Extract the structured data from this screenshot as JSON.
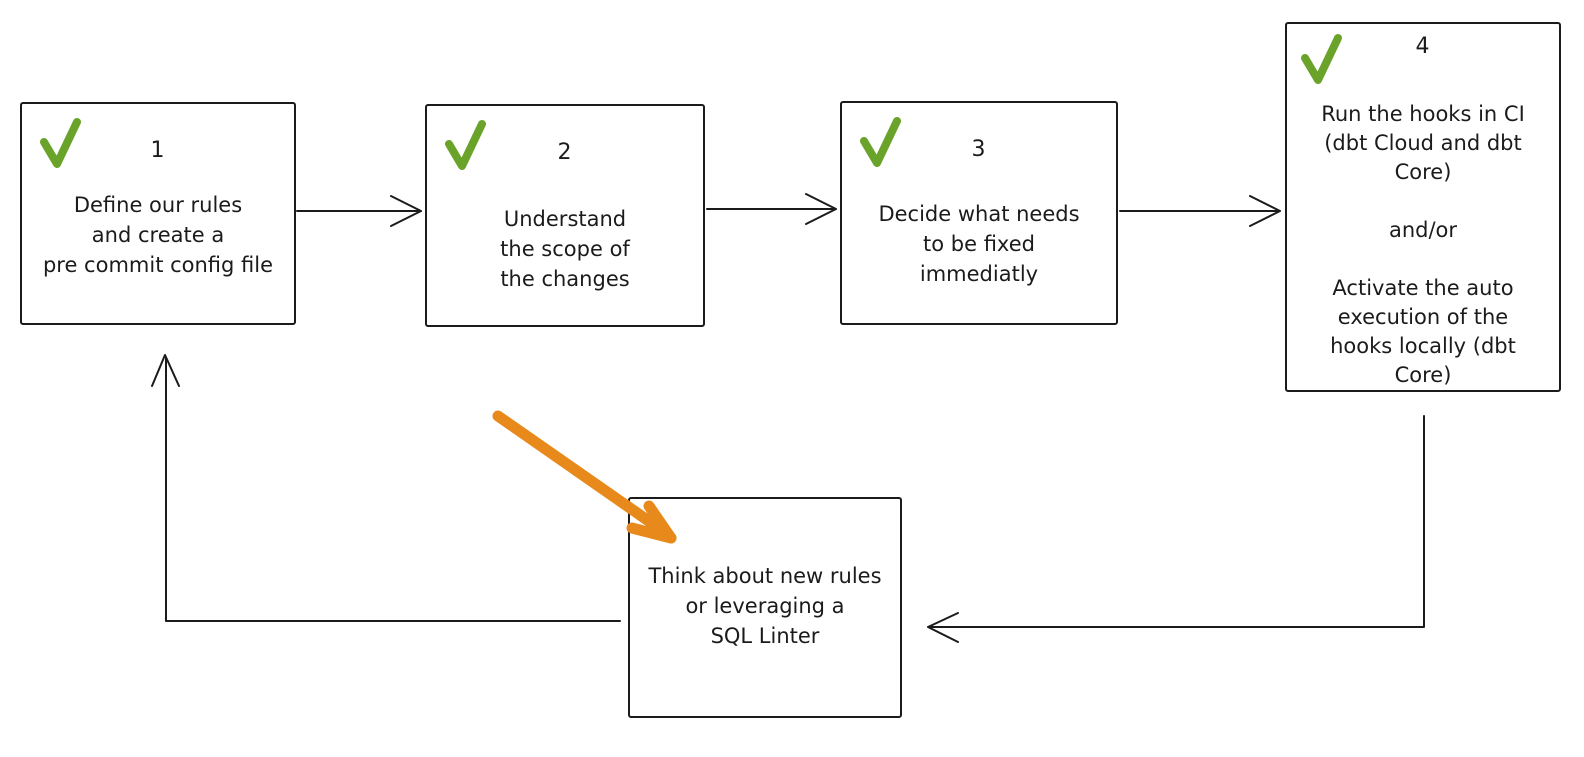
{
  "diagram": {
    "background": "#ffffff",
    "colors": {
      "ink": "#1b1b1b",
      "check_green": "#6AA32A",
      "arrow_orange": "#E8891C"
    },
    "icons": {
      "checkmark": "checkmark-icon",
      "flow_arrow": "flow-arrow",
      "highlight_arrow": "orange-highlight-arrow"
    },
    "boxes": [
      {
        "number": "1",
        "lines": [
          "Define our rules",
          "and create a",
          "pre commit config file"
        ]
      },
      {
        "number": "2",
        "lines": [
          "Understand",
          "the scope of",
          "the changes"
        ]
      },
      {
        "number": "3",
        "lines": [
          "Decide what needs",
          "to be fixed",
          "immediatly"
        ]
      },
      {
        "number": "4",
        "lines": [
          "Run the hooks in CI",
          "(dbt Cloud and dbt",
          "Core)",
          "",
          "and/or",
          "",
          "Activate the auto",
          "execution of the",
          "hooks locally (dbt",
          "Core)"
        ]
      },
      {
        "lines": [
          "Think about new rules",
          "or leveraging a",
          "SQL Linter"
        ]
      }
    ]
  }
}
